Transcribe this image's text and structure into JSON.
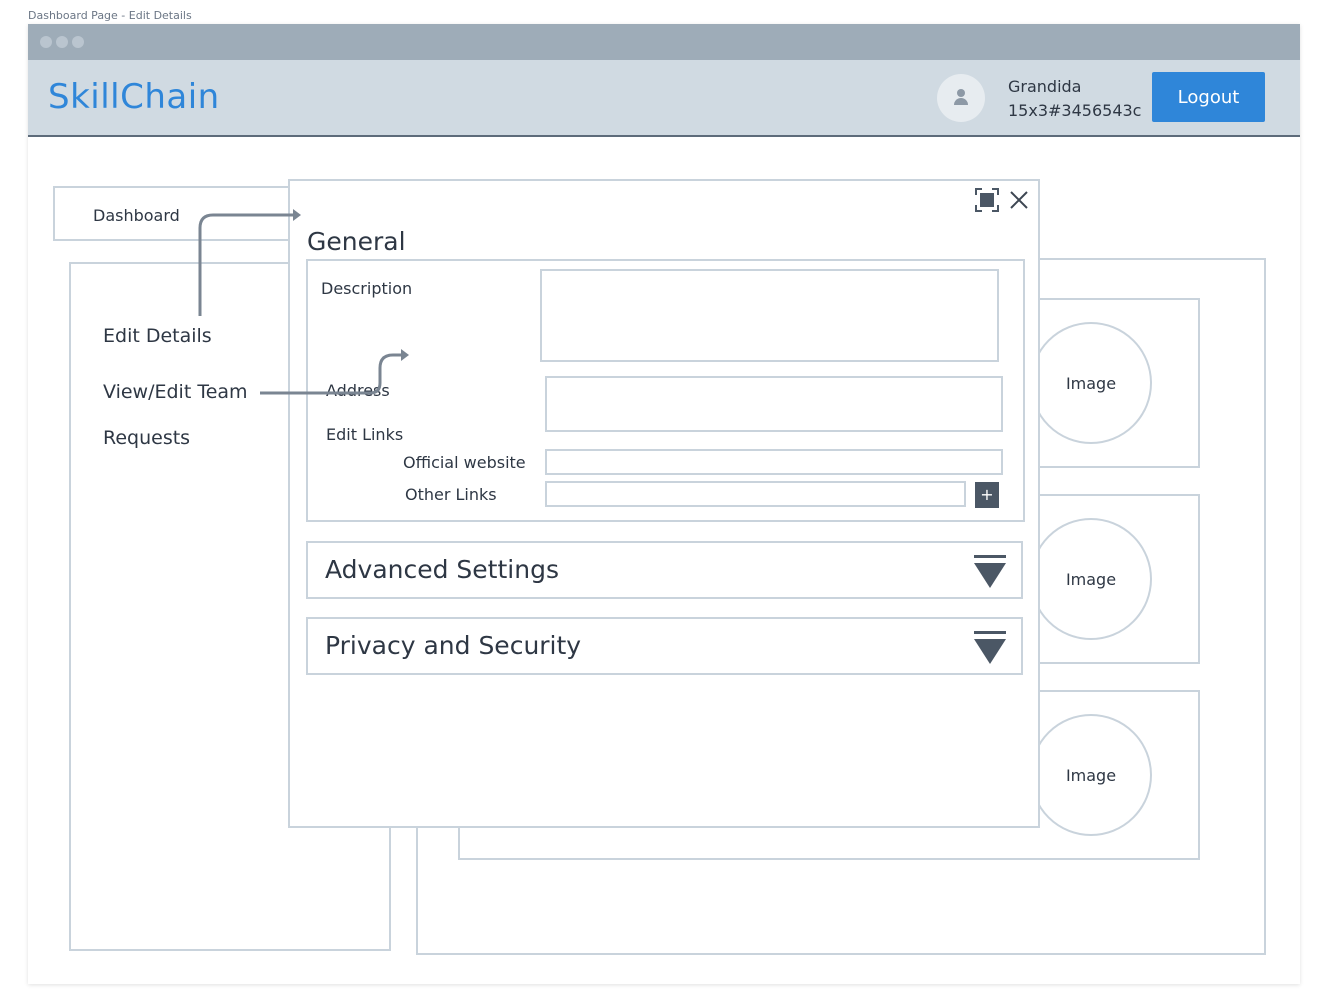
{
  "page_label": "Dashboard Page - Edit Details",
  "header": {
    "brand": "SkillChain",
    "user_name": "Grandida",
    "user_id": "15x3#3456543c",
    "logout_label": "Logout"
  },
  "sidebar": {
    "dashboard_label": "Dashboard",
    "items": [
      {
        "label": "Edit Details"
      },
      {
        "label": "View/Edit Team"
      },
      {
        "label": "Requests"
      }
    ]
  },
  "cards": [
    {
      "image_label": "Image"
    },
    {
      "image_label": "Image"
    },
    {
      "image_label": "Image"
    }
  ],
  "modal": {
    "general_title": "General",
    "fields": {
      "description_label": "Description",
      "address_label": "Address",
      "edit_links_label": "Edit Links",
      "official_website_label": "Official website",
      "other_links_label": "Other Links",
      "add_link_label": "+"
    },
    "sections": [
      {
        "title": "Advanced Settings"
      },
      {
        "title": "Privacy and Security"
      }
    ]
  },
  "colors": {
    "accent": "#2f86d9",
    "header_bg": "#d0dae2",
    "titlebar_bg": "#9eacb8",
    "border": "#c9d3dc",
    "icon_dark": "#4b5765"
  }
}
